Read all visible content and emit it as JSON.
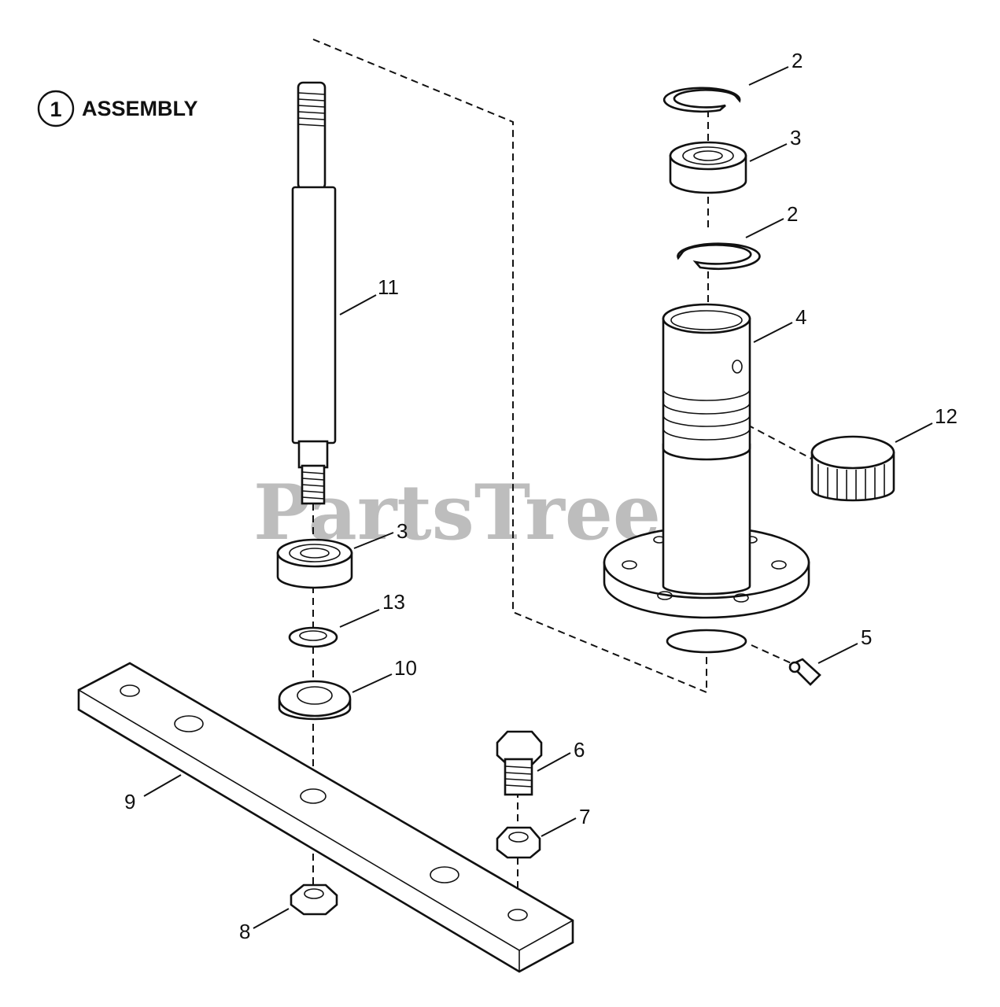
{
  "title": {
    "number": "1",
    "text": "ASSEMBLY"
  },
  "watermark": {
    "text": "PartsTree",
    "trademark": "™"
  },
  "callouts": [
    {
      "key": "ring_upper",
      "label": "2"
    },
    {
      "key": "bearing_upper",
      "label": "3"
    },
    {
      "key": "ring_lower",
      "label": "2"
    },
    {
      "key": "housing",
      "label": "4"
    },
    {
      "key": "sleeve",
      "label": "12"
    },
    {
      "key": "shaft",
      "label": "11"
    },
    {
      "key": "bearing_lower",
      "label": "3"
    },
    {
      "key": "washer",
      "label": "13"
    },
    {
      "key": "cup_washer",
      "label": "10"
    },
    {
      "key": "grease_fitting",
      "label": "5"
    },
    {
      "key": "bolt",
      "label": "6"
    },
    {
      "key": "nut_small",
      "label": "7"
    },
    {
      "key": "blade",
      "label": "9"
    },
    {
      "key": "nut_large",
      "label": "8"
    }
  ]
}
